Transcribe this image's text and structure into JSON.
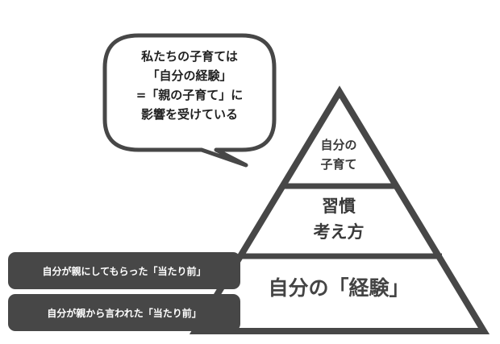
{
  "bubble": {
    "lines": [
      "私たちの子育ては",
      "「自分の経験」",
      "=「親の子育て」に",
      "影響を受けている"
    ]
  },
  "pyramid": {
    "top_lines": [
      "自分の",
      "子育て"
    ],
    "middle_lines": [
      "習慣",
      "考え方"
    ],
    "base_label": "自分の「経験」"
  },
  "tags": [
    {
      "label": "自分が親にしてもらった「当たり前」"
    },
    {
      "label": "自分が親から言われた「当たり前」"
    }
  ],
  "colors": {
    "outline": "#474747",
    "tag_background": "#474747",
    "tag_text": "#ffffff",
    "tier_text": "#3a3a3a"
  }
}
